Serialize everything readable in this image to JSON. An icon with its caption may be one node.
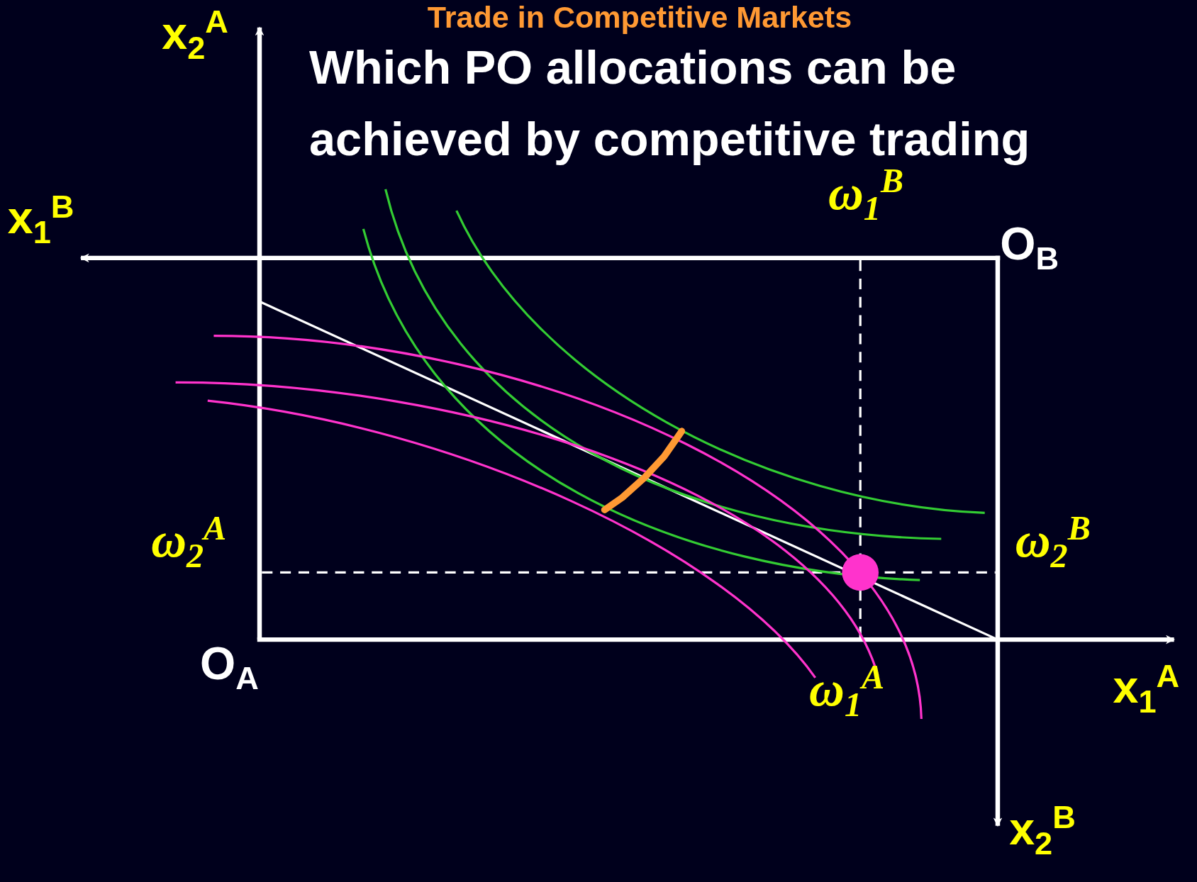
{
  "diagram": {
    "title": "Trade in Competitive Markets",
    "labels": [
      "Which PO allocations can be achieved by competitive trading",
      "x$_{2}$$^{A}$",
      "x$_{1}$$^{B}$",
      "ω$_{1}$$^{B}$",
      "O$_{B}$",
      "ω$_{2}$$^{A}$",
      "ω$_{2}$$^{B}$",
      "O$_{A}$",
      "ω$_{1}$$^{A}$",
      "x$_{1}$$^{A}$",
      "x$_{2}$$^{B}$"
    ]
  }
}
